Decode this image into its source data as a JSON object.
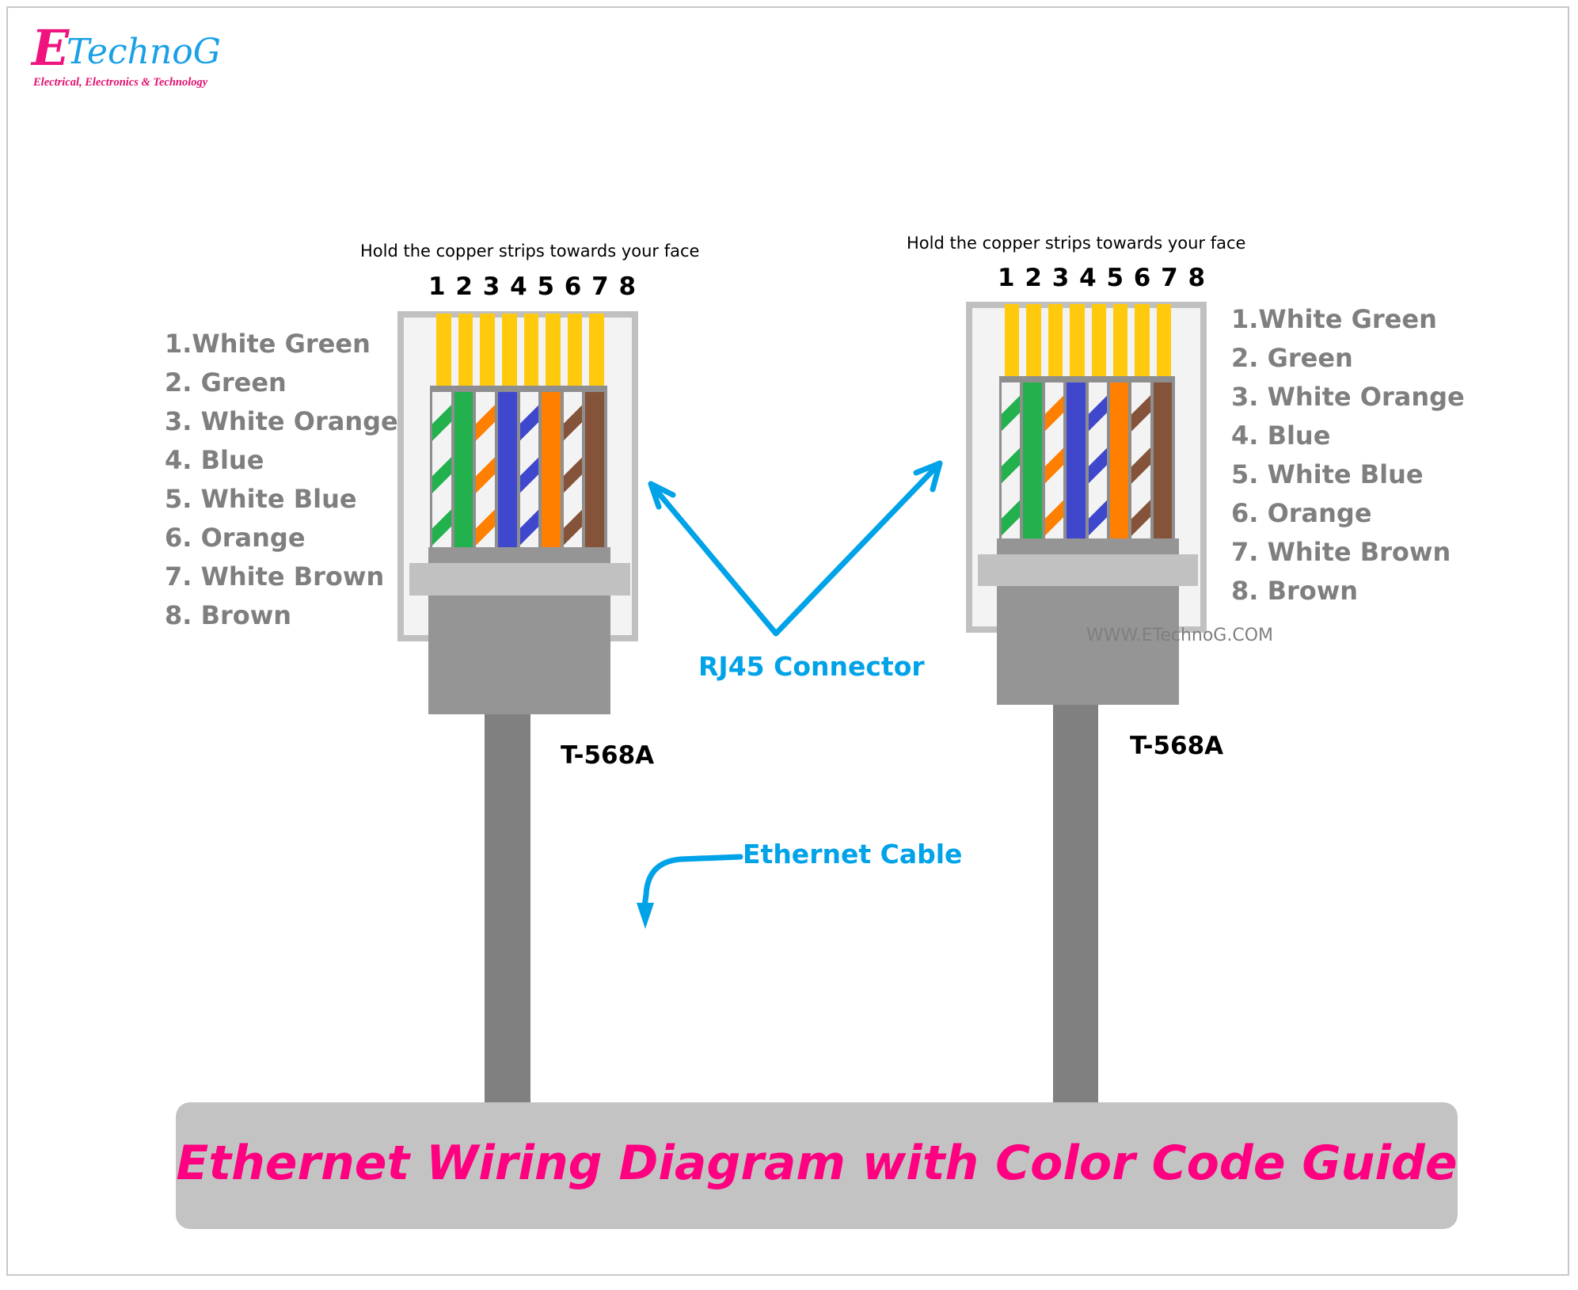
{
  "logo": {
    "initial": "E",
    "name": "TechnoG",
    "tagline": "Electrical, Electronics & Technology"
  },
  "colors": {
    "logo_pink": "#f0127d",
    "logo_blue": "#1aa0e6",
    "accent_blue": "#00a2e8",
    "title_pink": "#ff0080",
    "label_gray": "#7f7f7f",
    "cable_gray": "#808080",
    "contact_gold": "#ffc90e"
  },
  "connectors": [
    {
      "caption": "Hold the copper strips towards your face",
      "pins": "1 2 3 4 5 6 7 8",
      "standard": "T-568A",
      "wires": [
        "white-green",
        "green",
        "white-orange",
        "blue",
        "white-blue",
        "orange",
        "white-brown",
        "brown"
      ],
      "labels": [
        "1.White Green",
        "2. Green",
        "3. White Orange",
        "4. Blue",
        "5. White Blue",
        "6. Orange",
        "7.  White Brown",
        "8. Brown"
      ]
    },
    {
      "caption": "Hold the copper strips towards your face",
      "pins": "1 2 3 4 5 6 7 8",
      "standard": "T-568A",
      "wires": [
        "white-green",
        "green",
        "white-orange",
        "blue",
        "white-blue",
        "orange",
        "white-brown",
        "brown"
      ],
      "labels": [
        "1.White Green",
        "2. Green",
        "3. White Orange",
        "4. Blue",
        "5. White Blue",
        "6. Orange",
        "7.  White Brown",
        "8. Brown"
      ]
    }
  ],
  "wire_colors": {
    "green": "#22b14c",
    "orange": "#ff7f00",
    "blue": "#3f48cc",
    "brown": "#845339",
    "white": "#f3f3f3"
  },
  "annotations": {
    "rj45": "RJ45 Connector",
    "cable": "Ethernet Cable",
    "watermark": "WWW.ETechnoG.COM"
  },
  "title": "Ethernet Wiring Diagram with Color Code Guide"
}
